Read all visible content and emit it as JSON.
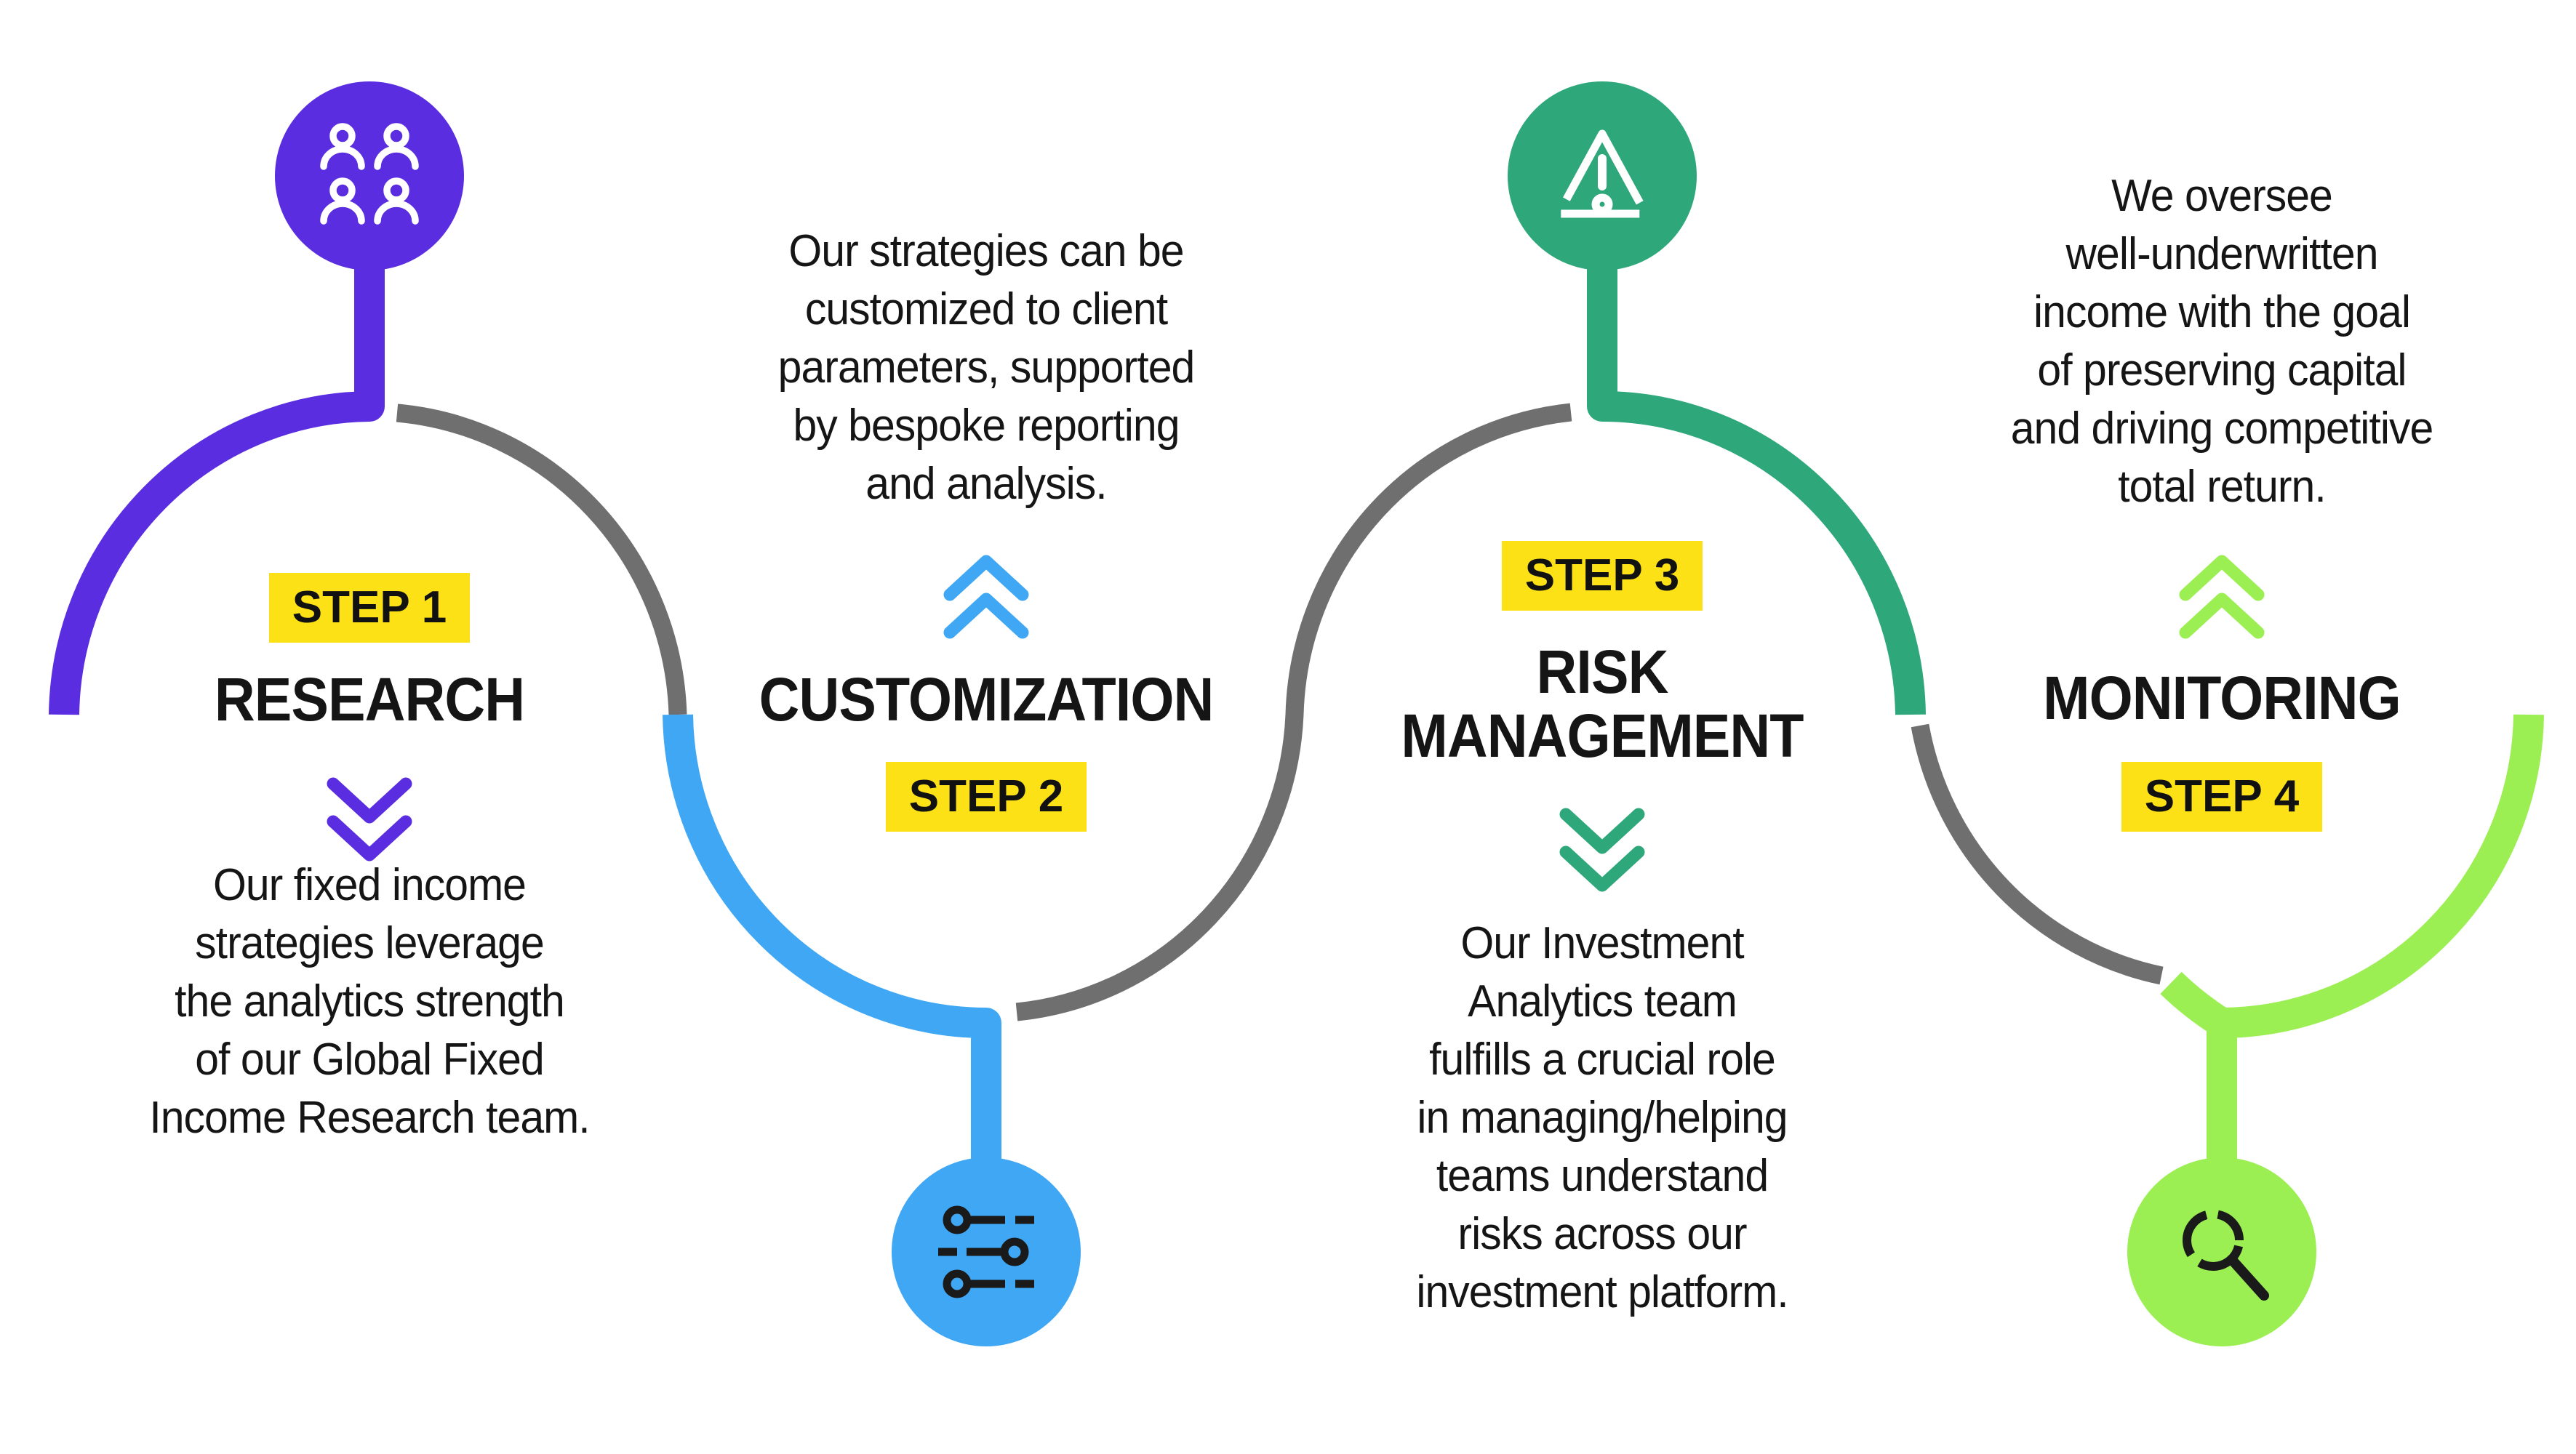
{
  "page": {
    "background": "#FFFFFF"
  },
  "colors": {
    "purple": "#5A2EE0",
    "blue": "#3FA7F4",
    "green": "#2EA87B",
    "lime": "#9BEF52",
    "connector_gray": "#6F6F6F",
    "badge_yellow": "#FBE116",
    "text_black": "#151515",
    "icon_white": "#FFFFFF",
    "icon_black": "#1A1A1A"
  },
  "steps": [
    {
      "badge": "STEP 1",
      "title": "RESEARCH",
      "color": "#5A2EE0",
      "icon": "people-team-icon",
      "icon_position": "top",
      "chevron_direction": "down",
      "description_lines": [
        "Our fixed income",
        "strategies leverage",
        "the analytics strength",
        "of our Global Fixed",
        "Income Research team."
      ]
    },
    {
      "badge": "STEP 2",
      "title": "CUSTOMIZATION",
      "color": "#3FA7F4",
      "icon": "sliders-icon",
      "icon_position": "bottom",
      "chevron_direction": "up",
      "description_lines": [
        "Our strategies can be",
        "customized to client",
        "parameters, supported",
        "by bespoke reporting",
        "and analysis."
      ]
    },
    {
      "badge": "STEP 3",
      "title_lines": [
        "RISK",
        "MANAGEMENT"
      ],
      "color": "#2EA87B",
      "icon": "warning-triangle-icon",
      "icon_position": "top",
      "chevron_direction": "down",
      "description_lines": [
        "Our Investment",
        "Analytics team",
        "fulfills a crucial role",
        "in managing/helping",
        "teams understand",
        "risks across our",
        "investment platform."
      ]
    },
    {
      "badge": "STEP 4",
      "title": "MONITORING",
      "color": "#9BEF52",
      "icon": "magnifier-icon",
      "icon_position": "bottom",
      "chevron_direction": "up",
      "description_lines": [
        "We oversee",
        "well-underwritten",
        "income with the goal",
        "of preserving capital",
        "and driving competitive",
        "total return."
      ]
    }
  ]
}
